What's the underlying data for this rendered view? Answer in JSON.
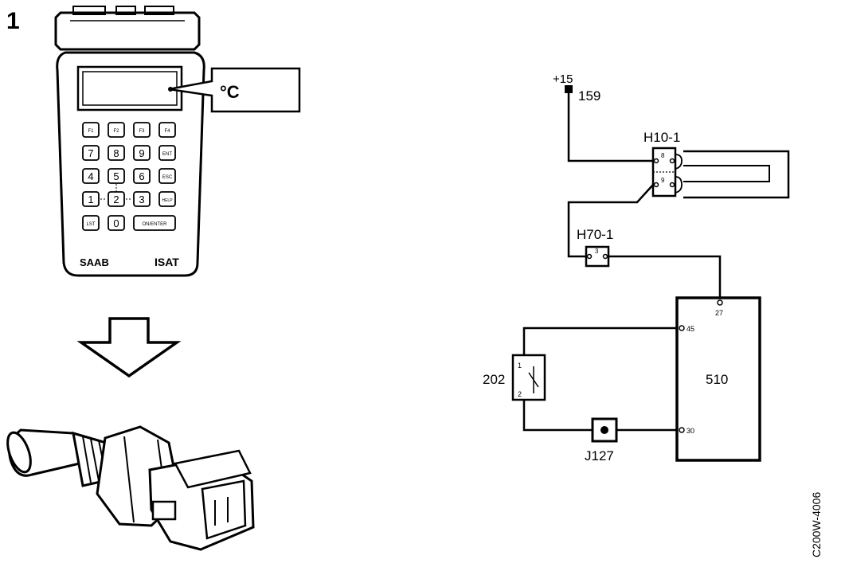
{
  "figure_number": "1",
  "tester": {
    "brand": "SAAB",
    "model": "ISAT",
    "display_callout": "°C",
    "keys": {
      "f1": "F1",
      "f2": "F2",
      "f3": "F3",
      "f4": "F4",
      "k7": "7",
      "k8": "8",
      "k9": "9",
      "ent": "ENT",
      "k4": "4",
      "k5": "5",
      "k6": "6",
      "esc": "ESC",
      "k1": "1",
      "k2": "2",
      "k3": "3",
      "help": "HELP",
      "lst": "LST",
      "k0": "0",
      "onenter": "ON/ENTER"
    }
  },
  "schematic": {
    "supply": "+15",
    "supply_node": "159",
    "connector_h10": "H10-1",
    "h10_pin_top": "8",
    "h10_pin_bottom": "9",
    "connector_h70": "H70-1",
    "h70_pin": "3",
    "ecu": "510",
    "ecu_pin_27": "27",
    "ecu_pin_45": "45",
    "ecu_pin_30": "30",
    "sensor": "202",
    "sensor_pin_1": "1",
    "sensor_pin_2": "2",
    "ground_point": "J127"
  },
  "figure_code": "C200W-4006"
}
